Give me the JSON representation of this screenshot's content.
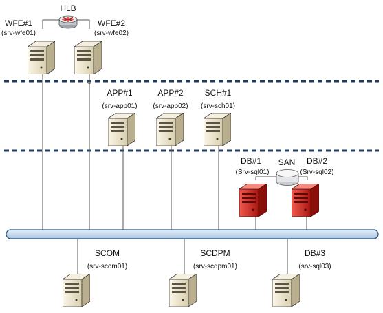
{
  "hlb": {
    "name": "HLB"
  },
  "san": {
    "name": "SAN"
  },
  "tier1": [
    {
      "name": "WFE#1",
      "host": "(srv-wfe01)"
    },
    {
      "name": "WFE#2",
      "host": "(srv-wfe02)"
    }
  ],
  "tier2": [
    {
      "name": "APP#1",
      "host": "(srv-app01)"
    },
    {
      "name": "APP#2",
      "host": "(srv-app02)"
    },
    {
      "name": "SCH#1",
      "host": "(srv-sch01)"
    }
  ],
  "tier3": [
    {
      "name": "DB#1",
      "host": "(Srv-sql01)"
    },
    {
      "name": "DB#2",
      "host": "(Srv-sql02)"
    }
  ],
  "tier4": [
    {
      "name": "SCOM",
      "host": "(srv-scom01)"
    },
    {
      "name": "SCDPM",
      "host": "(srv-scdpm01)"
    },
    {
      "name": "DB#3",
      "host": "(srv-sql03)"
    }
  ],
  "colors": {
    "server_body": "#efe7cf",
    "server_db": "#d9221b",
    "bus": "#c4d9ee",
    "bus_stroke": "#2d4f7a",
    "separator": "#1f3a60"
  },
  "icons": {
    "server": "server-tower-icon",
    "router": "load-balancer-router-icon",
    "storage": "san-storage-icon"
  }
}
